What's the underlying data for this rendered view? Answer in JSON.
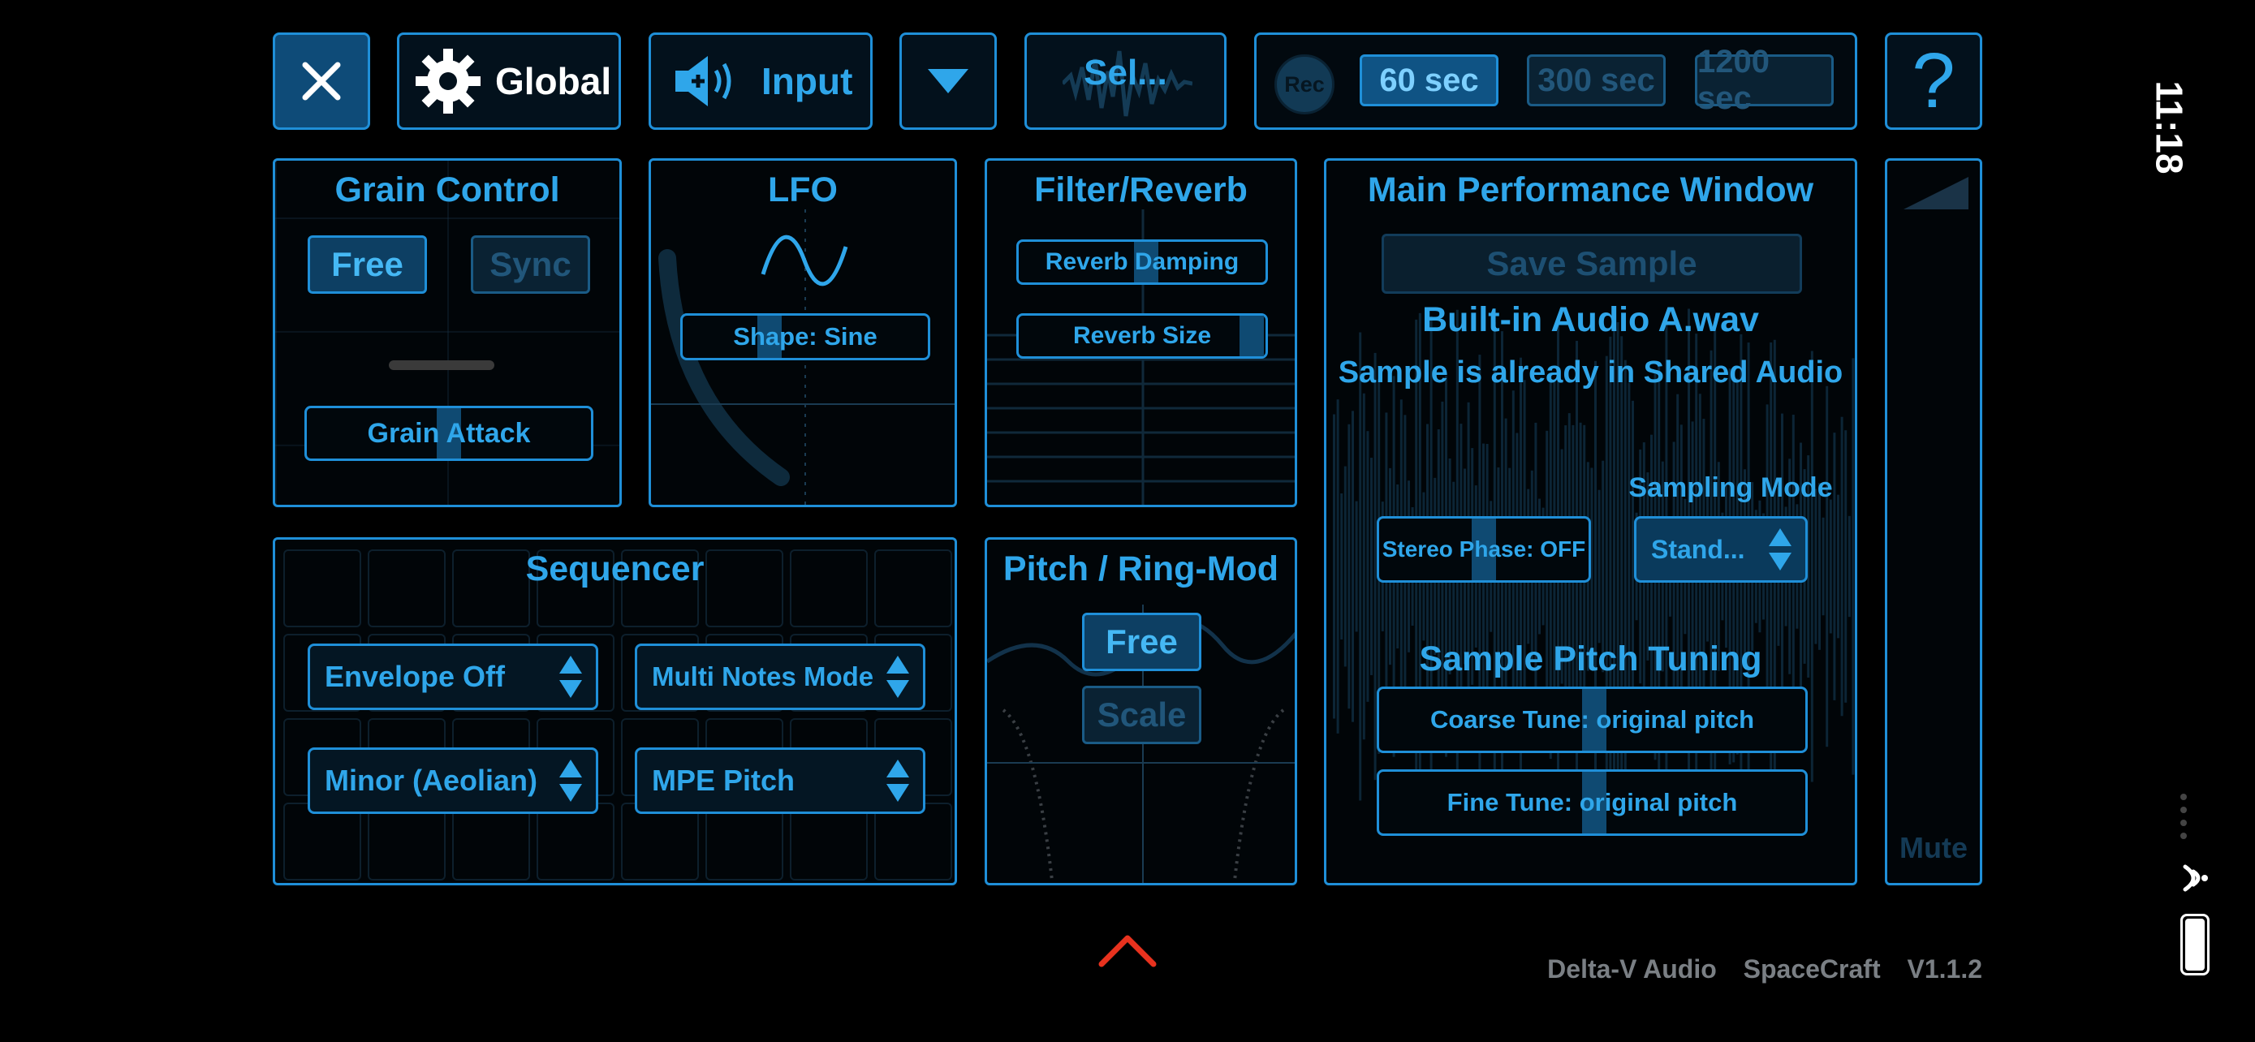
{
  "toolbar": {
    "close_icon": "close-icon",
    "global_label": "Global",
    "input_label": "Input",
    "select_label": "Sel...",
    "rec_label": "Rec",
    "durations": [
      "60 sec",
      "300 sec",
      "1200 sec"
    ],
    "help_label": "?"
  },
  "grain_control": {
    "title": "Grain Control",
    "free_label": "Free",
    "sync_label": "Sync",
    "attack_label": "Grain Attack"
  },
  "lfo": {
    "title": "LFO",
    "shape_label": "Shape: Sine"
  },
  "filter_reverb": {
    "title": "Filter/Reverb",
    "damping_label": "Reverb Damping",
    "size_label": "Reverb Size"
  },
  "main_window": {
    "title": "Main Performance Window",
    "save_label": "Save Sample",
    "file_name": "Built-in Audio A.wav",
    "shared_status": "Sample is already in Shared Audio",
    "sampling_mode_label": "Sampling Mode",
    "sampling_mode_value": "Stand...",
    "stereo_phase_label": "Stereo Phase: OFF",
    "pitch_tuning_title": "Sample Pitch Tuning",
    "coarse_label": "Coarse Tune: original pitch",
    "fine_label": "Fine Tune: original pitch"
  },
  "sequencer": {
    "title": "Sequencer",
    "envelope_value": "Envelope Off",
    "notes_mode_value": "Multi Notes Mode",
    "scale_value": "Minor (Aeolian)",
    "mpe_value": "MPE Pitch"
  },
  "pitch_ring": {
    "title": "Pitch / Ring-Mod",
    "free_label": "Free",
    "scale_label": "Scale"
  },
  "volume": {
    "mute_label": "Mute"
  },
  "footer": {
    "brand": "Delta-V Audio",
    "app_name": "SpaceCraft",
    "version": "V1.1.2"
  },
  "status_bar": {
    "time": "11:18"
  },
  "colors": {
    "accent": "#2fa6ea",
    "border": "#1f8fd8",
    "chevron": "#e8321e"
  }
}
